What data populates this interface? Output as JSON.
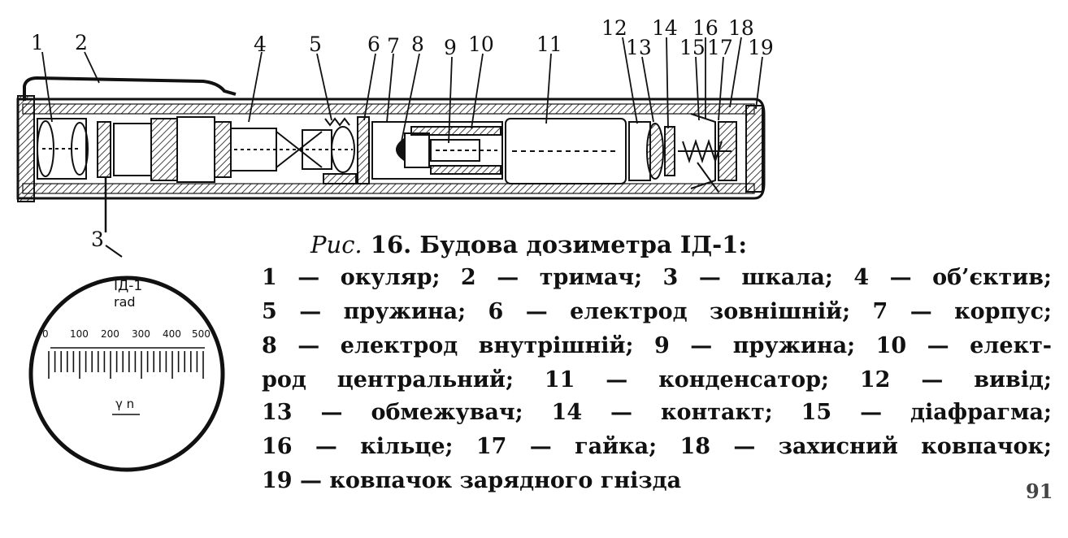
{
  "labels": {
    "l1": "1",
    "l2": "2",
    "l3": "3",
    "l4": "4",
    "l5": "5",
    "l6": "6",
    "l7": "7",
    "l8": "8",
    "l9": "9",
    "l10": "10",
    "l11": "11",
    "l12": "12",
    "l13": "13",
    "l14": "14",
    "l15": "15",
    "l16": "16",
    "l17": "17",
    "l18": "18",
    "l19": "19"
  },
  "scale": {
    "title": "ІД-1",
    "unit": "rad",
    "ticks": [
      "0",
      "100",
      "200",
      "300",
      "400",
      "500"
    ],
    "bottom_mark": "γ n"
  },
  "caption": {
    "fig_prefix": "Рис.",
    "title": "16. Будова дозиметра ІД-1:",
    "lines": [
      "1 — окуляр; 2 — тримач; 3 — шкала; 4 — об’єктив;",
      "5 — пружина; 6 — електрод зовнішній; 7 — корпус;",
      "8 — електрод внутрішній; 9 — пружина; 10 — елект-",
      "род центральний; 11 — конденсатор; 12 — вивід;",
      "13 — обмежувач; 14 — контакт; 15 — діафрагма;",
      "16 — кільце; 17 — гайка; 18 — захисний ковпачок;",
      "19 — ковпачок зарядного гнізда"
    ]
  },
  "page_number": "91"
}
